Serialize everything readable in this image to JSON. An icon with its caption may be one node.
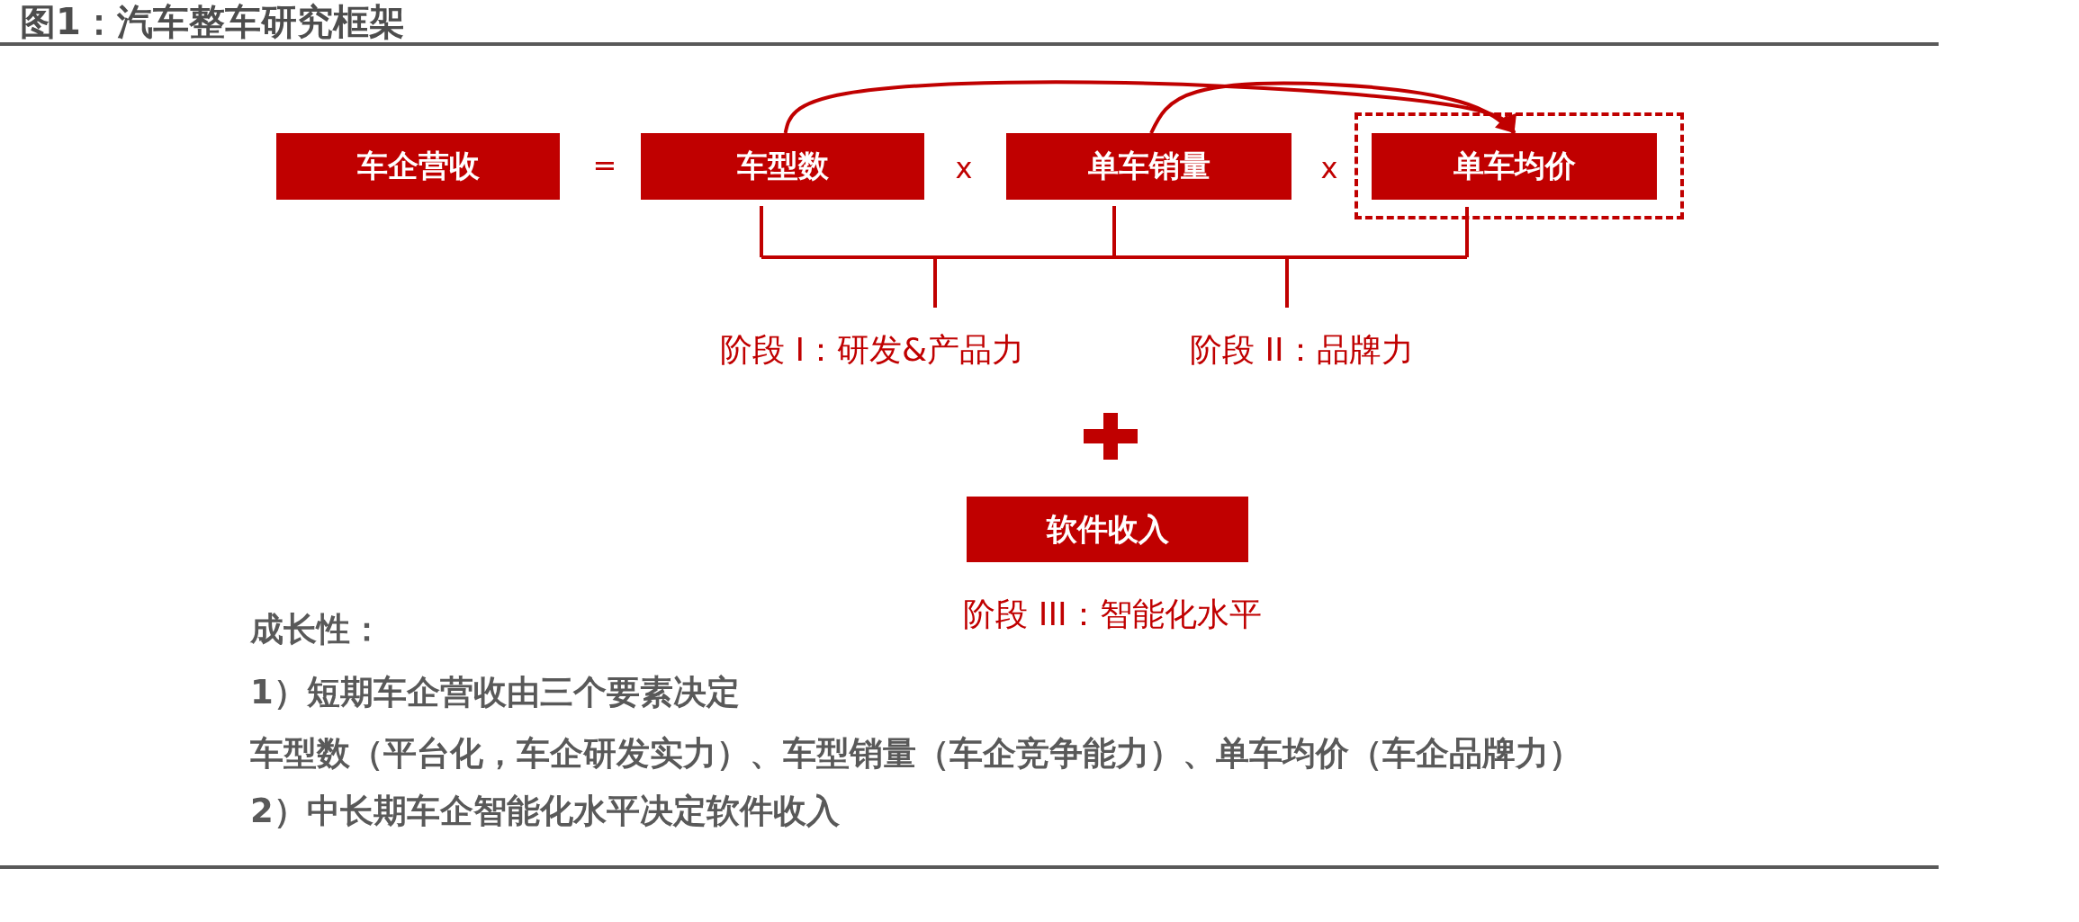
{
  "diagram": {
    "title": "图1：汽车整车研究框架",
    "nodes": [
      {
        "text": [
          "车企营收"
        ]
      },
      {
        "text": [
          "车型数"
        ]
      },
      {
        "text": [
          "单车销量"
        ]
      },
      {
        "text": [],
        "shape": "box"
      },
      {
        "text": [
          "单车均价"
        ],
        "in": 3
      },
      {
        "text": [
          "软件收入"
        ],
        "beside": [
          "阶段 III：智能化水平"
        ]
      }
    ],
    "edges": [
      {
        "from": 1,
        "to": 4,
        "arrow": "to"
      },
      {
        "from": 2,
        "to": 4,
        "arrow": "to"
      }
    ],
    "labels": [
      "=",
      "x",
      "x",
      "阶段 I：研发&产品力",
      "阶段 II：品牌力",
      "成长性：",
      "1）短期车企营收由三个要素决定",
      "车型数（平台化，车企研发实力）、车型销量（车企竞争能力）、单车均价（车企品牌力）",
      "2）中长期车企智能化水平决定软件收入"
    ]
  }
}
